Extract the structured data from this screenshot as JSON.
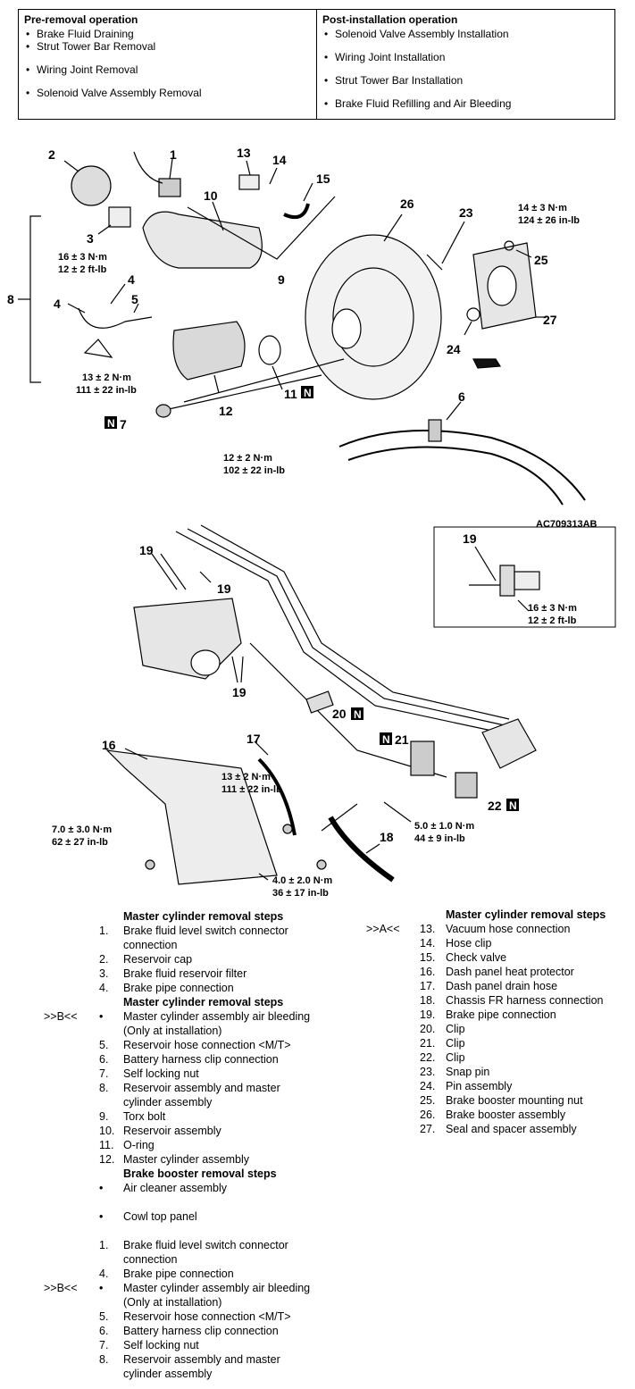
{
  "operations": {
    "pre": {
      "heading": "Pre-removal operation",
      "items": [
        "Brake Fluid Draining",
        "Strut Tower Bar Removal",
        "Wiring Joint Removal",
        "Solenoid Valve Assembly Removal"
      ]
    },
    "post": {
      "heading": "Post-installation operation",
      "items": [
        "Solenoid Valve Assembly Installation",
        "Wiring Joint Installation",
        "Strut Tower Bar Installation",
        "Brake Fluid Refilling and Air Bleeding"
      ]
    }
  },
  "diagram": {
    "callouts": {
      "c1": "1",
      "c2": "2",
      "c3": "3",
      "c4a": "4",
      "c4b": "4",
      "c5": "5",
      "c6": "6",
      "c7": "7",
      "c8": "8",
      "c9": "9",
      "c10": "10",
      "c11": "11",
      "c12": "12",
      "c13": "13",
      "c14": "14",
      "c15": "15",
      "c16": "16",
      "c17": "17",
      "c18": "18",
      "c19a": "19",
      "c19b": "19",
      "c19c": "19",
      "c19d": "19",
      "c20": "20",
      "c21": "21",
      "c22": "22",
      "c23": "23",
      "c24": "24",
      "c25": "25",
      "c26": "26",
      "c27": "27"
    },
    "n_mark": "N",
    "figure_code": "AC709313AB",
    "torques": {
      "t1a": "14 ± 3 N·m",
      "t1b": "124 ± 26 in-lb",
      "t2a": "16 ± 3 N·m",
      "t2b": "12 ± 2 ft-lb",
      "t3a": "13 ± 2 N·m",
      "t3b": "111 ± 22 in-lb",
      "t4a": "12 ± 2 N·m",
      "t4b": "102 ± 22 in-lb",
      "t5a": "16 ± 3 N·m",
      "t5b": "12 ± 2 ft-lb",
      "t6a": "13 ± 2 N·m",
      "t6b": "111 ± 22 in-lb",
      "t7a": "7.0 ± 3.0 N·m",
      "t7b": "62 ± 27 in-lb",
      "t8a": "5.0 ± 1.0 N·m",
      "t8b": "44 ± 9 in-lb",
      "t9a": "4.0 ± 2.0 N·m",
      "t9b": "36 ± 17 in-lb"
    }
  },
  "steps_left": [
    {
      "type": "head",
      "text": "Master cylinder removal steps"
    },
    {
      "num": "1.",
      "text": "Brake fluid level switch connector connection",
      "two": true
    },
    {
      "num": "2.",
      "text": "Reservoir cap"
    },
    {
      "num": "3.",
      "text": "Brake fluid reservoir filter"
    },
    {
      "num": "4.",
      "text": "Brake pipe connection"
    },
    {
      "type": "head",
      "text": "Master cylinder removal steps"
    },
    {
      "pre": ">>B<<",
      "num": "•",
      "text": "Master cylinder assembly air bleeding (Only at installation)",
      "two": true
    },
    {
      "num": "5.",
      "text": "Reservoir hose connection <M/T>"
    },
    {
      "num": "6.",
      "text": "Battery harness clip connection"
    },
    {
      "num": "7.",
      "text": "Self locking nut"
    },
    {
      "num": "8.",
      "text": "Reservoir assembly and master cylinder assembly",
      "two": true
    },
    {
      "num": "9.",
      "text": "Torx bolt"
    },
    {
      "num": "10.",
      "text": "Reservoir assembly"
    },
    {
      "num": "11.",
      "text": "O-ring"
    },
    {
      "num": "12.",
      "text": "Master cylinder assembly"
    },
    {
      "type": "head",
      "text": "Brake booster removal steps"
    },
    {
      "num": "•",
      "text": "Air cleaner assembly",
      "two": true
    },
    {
      "num": "•",
      "text": "Cowl top panel",
      "two": true
    },
    {
      "num": "1.",
      "text": "Brake fluid level switch connector connection",
      "two": true
    },
    {
      "num": "4.",
      "text": "Brake pipe connection"
    },
    {
      "pre": ">>B<<",
      "num": "•",
      "text": "Master cylinder assembly air bleeding (Only at installation)",
      "two": true
    },
    {
      "num": "5.",
      "text": "Reservoir hose connection <M/T>"
    },
    {
      "num": "6.",
      "text": "Battery harness clip connection"
    },
    {
      "num": "7.",
      "text": "Self locking nut"
    },
    {
      "num": "8.",
      "text": "Reservoir assembly and master cylinder assembly",
      "two": true
    }
  ],
  "steps_right": [
    {
      "type": "head",
      "text": "Master cylinder removal steps"
    },
    {
      "pre": ">>A<<",
      "num": "13.",
      "text": "Vacuum hose connection"
    },
    {
      "num": "14.",
      "text": "Hose clip"
    },
    {
      "num": "15.",
      "text": "Check valve"
    },
    {
      "num": "16.",
      "text": "Dash panel heat protector"
    },
    {
      "num": "17.",
      "text": "Dash panel drain hose"
    },
    {
      "num": "18.",
      "text": "Chassis FR harness connection"
    },
    {
      "num": "19.",
      "text": "Brake pipe connection"
    },
    {
      "num": "20.",
      "text": "Clip"
    },
    {
      "num": "21.",
      "text": "Clip"
    },
    {
      "num": "22.",
      "text": "Clip"
    },
    {
      "num": "23.",
      "text": "Snap pin"
    },
    {
      "num": "24.",
      "text": "Pin assembly"
    },
    {
      "num": "25.",
      "text": "Brake booster mounting nut"
    },
    {
      "num": "26.",
      "text": "Brake booster assembly"
    },
    {
      "num": "27.",
      "text": "Seal and spacer assembly"
    }
  ]
}
